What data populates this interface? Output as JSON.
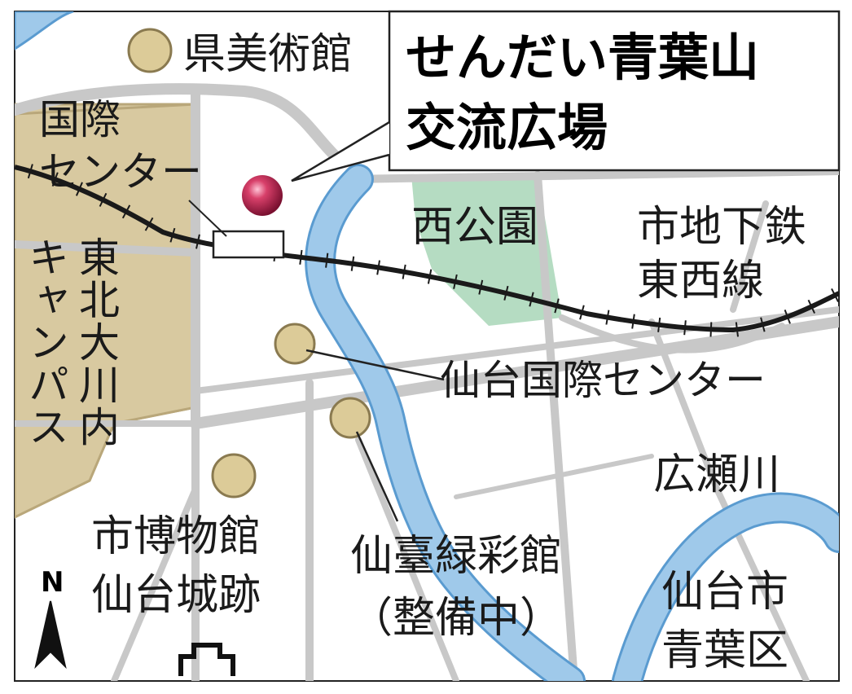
{
  "title_box": {
    "line1": "せんだい青葉山",
    "line2": "交流広場"
  },
  "labels": {
    "prefectural_museum": "県美術館",
    "kokusai_station_line1": "国際",
    "kokusai_station_line2": "センター",
    "nishi_park": "西公園",
    "subway_line1": "市地下鉄",
    "subway_line2": "東西線",
    "tohoku_univ_col1": "東北大川内",
    "tohoku_univ_col2": "キャンパス",
    "sendai_intl_center": "仙台国際センター",
    "hirose_river": "広瀬川",
    "city_museum_line1": "市博物館",
    "city_museum_line2": "仙台城跡",
    "midori_museum_line1": "仙臺緑彩館",
    "midori_museum_line2": "（整備中）",
    "ward_line1": "仙台市",
    "ward_line2": "青葉区",
    "north": "N"
  },
  "icons": {
    "target_marker": "red-sphere-marker",
    "facility_marker": "tan-circle-marker",
    "castle_symbol": "castle-ruins-icon",
    "north_arrow": "north-arrow-icon"
  },
  "colors": {
    "road": "#c8c8c8",
    "river": "#9fc9ea",
    "river_edge": "#5a9bd0",
    "park": "#b5dcc2",
    "campus": "#d8c9a0",
    "campus_edge": "#b9a77a",
    "facility_fill": "#dccb98",
    "facility_edge": "#8a7a50",
    "marker_red": "#b0204a",
    "subway": "#1a1a1a"
  }
}
